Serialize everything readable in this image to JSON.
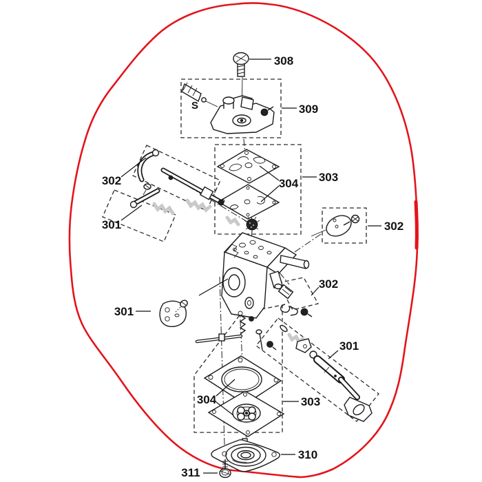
{
  "diagram": {
    "type": "exploded-parts-diagram",
    "subject": "carburetor-assembly",
    "colors": {
      "outline": "#e4131b",
      "line": "#1a1a1a",
      "ghost": "#c9c9c9",
      "label": "#111111",
      "background": "#ffffff"
    },
    "inset_label": "S",
    "callouts": [
      {
        "ref": "308",
        "part": "pump-base-screw"
      },
      {
        "ref": "309",
        "part": "primer-base-assembly"
      },
      {
        "ref": "303",
        "part": "gasket-diaphragm-set-upper"
      },
      {
        "ref": "304",
        "part": "gasket-pair-upper"
      },
      {
        "ref": "302",
        "part": "throttle-lever-shaft"
      },
      {
        "ref": "301",
        "part": "choke-lever"
      },
      {
        "ref": "302",
        "part": "throttle-plate"
      },
      {
        "ref": "302",
        "part": "inlet-needle-group"
      },
      {
        "ref": "301",
        "part": "choke-plate"
      },
      {
        "ref": "301",
        "part": "shaft-assembly"
      },
      {
        "ref": "303",
        "part": "gasket-diaphragm-set-lower"
      },
      {
        "ref": "304",
        "part": "gasket-pair-lower"
      },
      {
        "ref": "310",
        "part": "pump-cover"
      },
      {
        "ref": "311",
        "part": "pump-cover-screw"
      }
    ]
  }
}
